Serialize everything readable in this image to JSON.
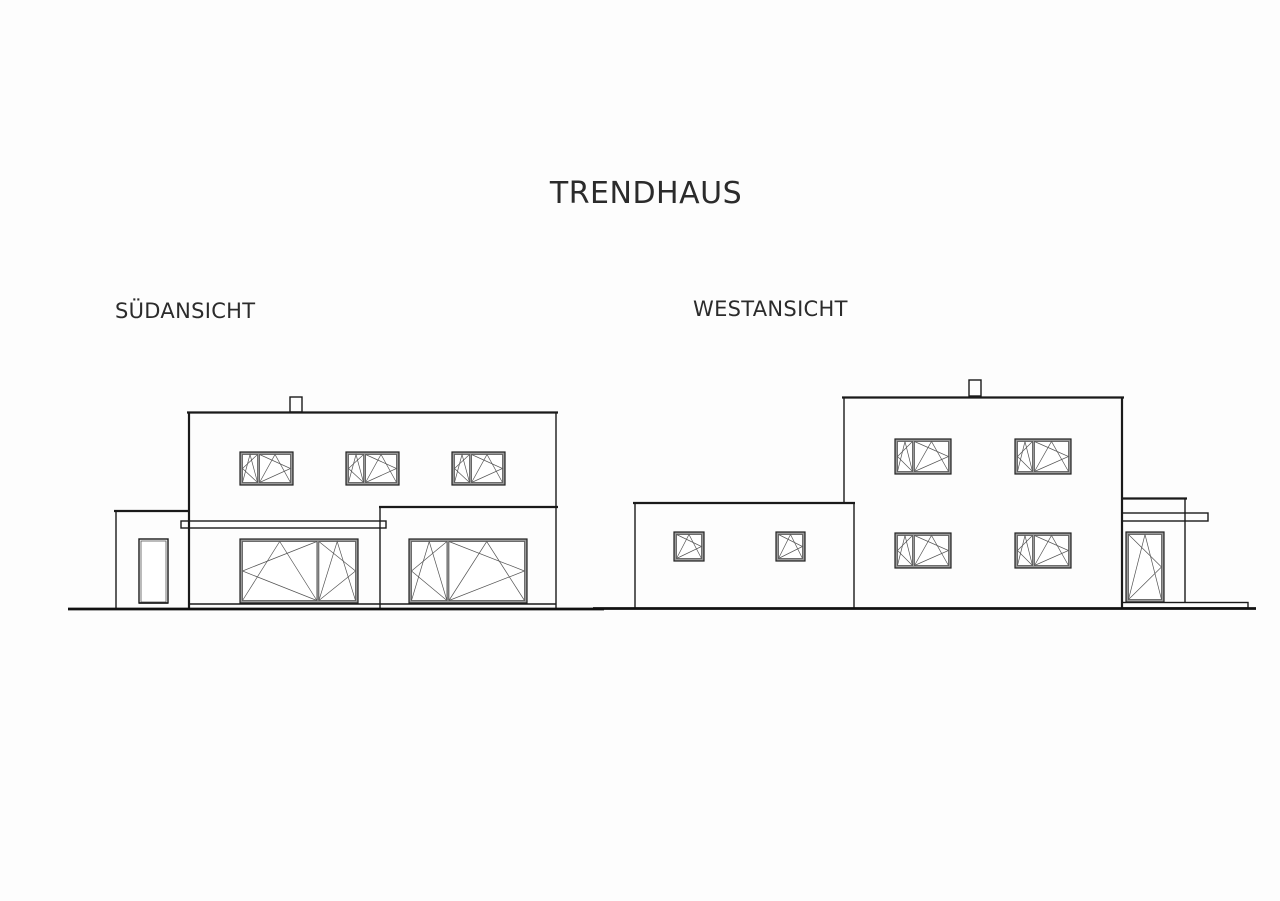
{
  "title": "TRENDHAUS",
  "views": [
    {
      "label": "SÜDANSICHT"
    },
    {
      "label": "WESTANSICHT"
    }
  ]
}
